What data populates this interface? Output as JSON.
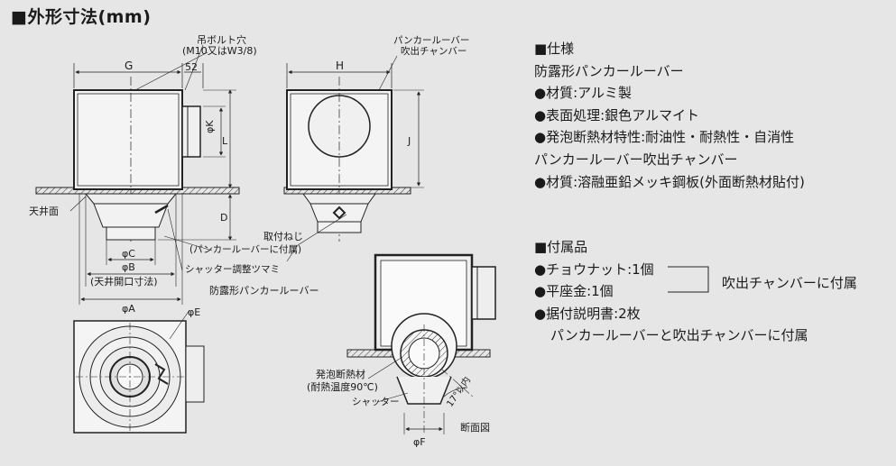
{
  "title": "■外形寸法(mm)",
  "specs": {
    "heading": "■仕様",
    "lines": [
      "防露形パンカールーバー",
      "●材質:アルミ製",
      "●表面処理:銀色アルマイト",
      "●発泡断熱材特性:耐油性・耐熱性・自消性",
      "パンカールーバー吹出チャンバー",
      "●材質:溶融亜鉛メッキ鋼板(外面断熱材貼付)"
    ]
  },
  "accessories": {
    "heading": "■付属品",
    "lines": [
      "●チョウナット:1個",
      "●平座金:1個",
      "●据付説明書:2枚",
      "パンカールーバーと吹出チャンバーに付属"
    ],
    "bracket_note": "吹出チャンバーに付属"
  },
  "labels": {
    "bolt_hole": "吊ボルト穴",
    "bolt_spec": "(M10又はW3/8)",
    "dim_52": "52",
    "G": "G",
    "H": "H",
    "K": "φK",
    "L": "L",
    "D": "D",
    "J": "J",
    "C": "φC",
    "B": "φB",
    "A": "φA",
    "E": "φE",
    "F": "φF",
    "ceiling_opening": "(天井開口寸法)",
    "ceiling": "天井面",
    "shutter_knob": "シャッター調整ツマミ",
    "louver": "防露形パンカールーバー",
    "mount_screw": "取付ねじ",
    "mount_screw_note": "(パンカールーバーに付属)",
    "louver_top": "パンカールーバー",
    "chamber_top": "吹出チャンバー",
    "foam": "発泡断熱材",
    "heat_temp": "(耐熱温度90℃)",
    "shutter": "シャッター",
    "angle": "17°以内",
    "section": "断面図"
  }
}
